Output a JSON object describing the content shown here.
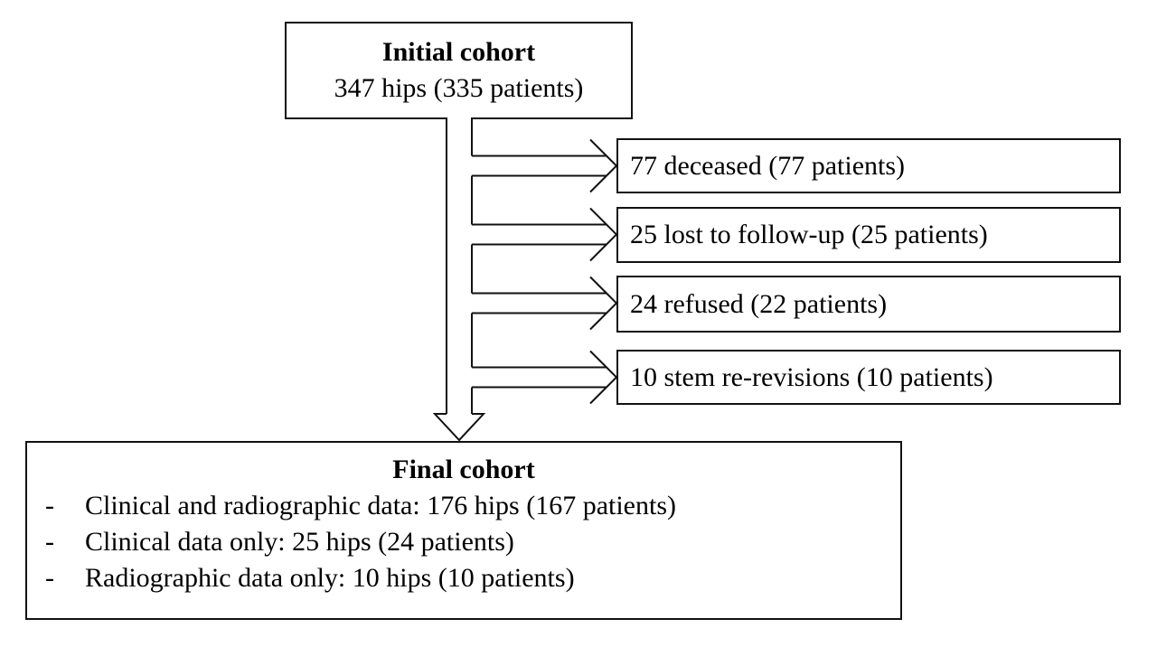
{
  "colors": {
    "background": "#ffffff",
    "line": "#111111",
    "text": "#000000"
  },
  "initial_box": {
    "title": "Initial cohort",
    "detail": "347 hips (335 patients)"
  },
  "exclusions": [
    {
      "label": "77 deceased (77 patients)"
    },
    {
      "label": "25 lost to follow-up (25 patients)"
    },
    {
      "label": "24 refused (22 patients)"
    },
    {
      "label": "10 stem re-revisions (10 patients)"
    }
  ],
  "final_box": {
    "title": "Final cohort",
    "bullet": "-",
    "items": [
      "Clinical and radiographic data: 176 hips (167 patients)",
      "Clinical data only: 25 hips (24 patients)",
      "Radiographic data only: 10 hips (10 patients)"
    ]
  }
}
